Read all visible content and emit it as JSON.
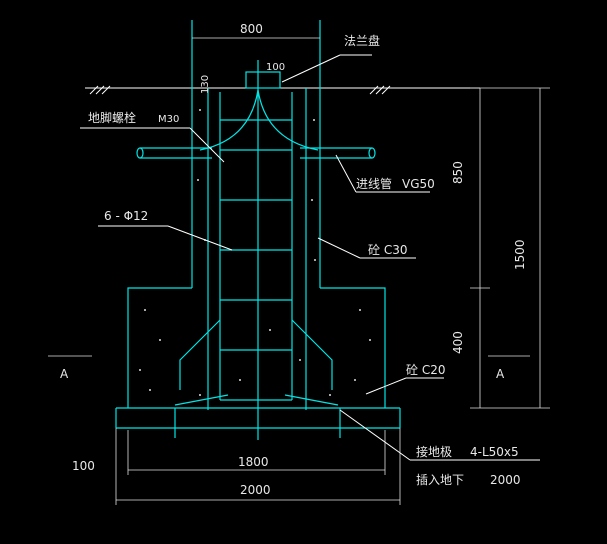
{
  "labels": {
    "top_width": "800",
    "cap_plate": "法兰盘",
    "small_dim_130": "130",
    "small_dim_100": "100",
    "anchor_bolt": "地脚螺栓",
    "m30": "M30",
    "conduit": "进线管",
    "vg50": "VG50",
    "rebar": "6 - Φ12",
    "concrete_c30": "砼 C30",
    "concrete_c20": "砼 C20",
    "section_a_left": "A",
    "section_a_right": "A",
    "h_850": "850",
    "h_1500": "1500",
    "h_400": "400",
    "offset_100": "100",
    "base_1800": "1800",
    "base_2000": "2000",
    "ground_rod": "接地极",
    "ground_rod_spec": "4-L50x5",
    "insert": "插入地下",
    "insert_len": "2000"
  },
  "colors": {
    "structure": "#00e5e5",
    "annotation": "#ffffff"
  }
}
